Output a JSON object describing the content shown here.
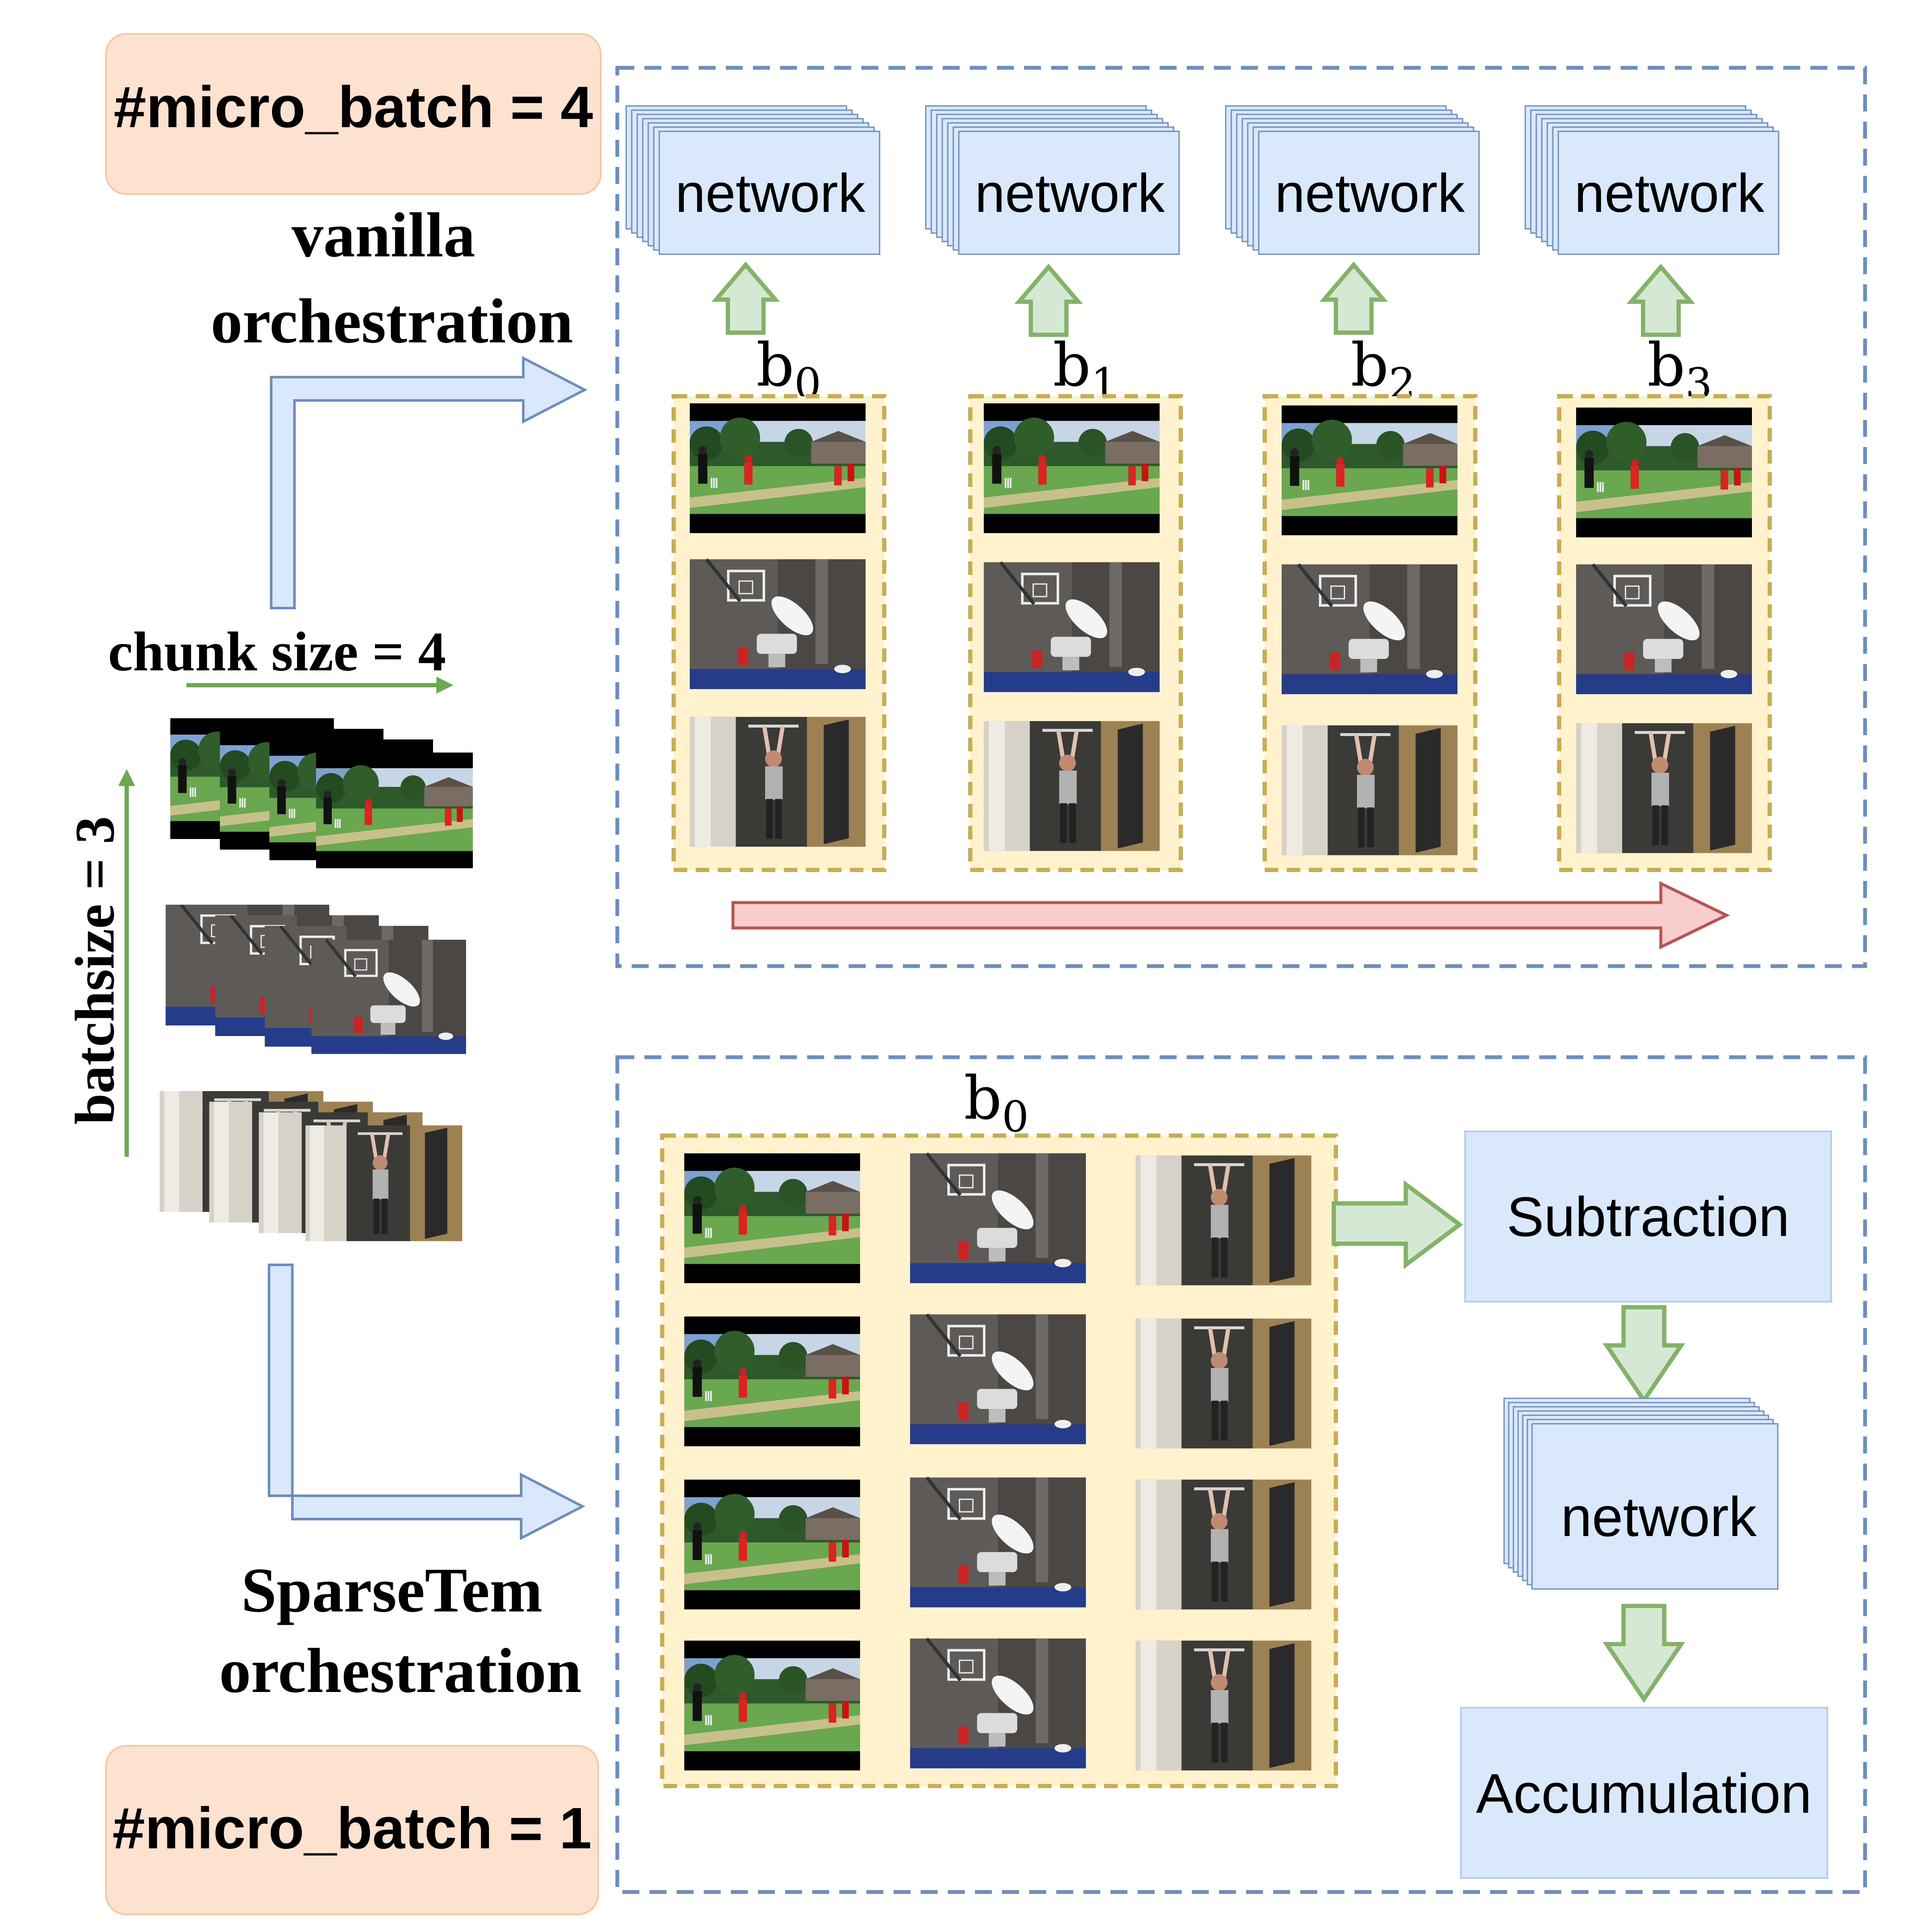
{
  "badges": {
    "top": "#micro_batch = 4",
    "bottom": "#micro_batch = 1"
  },
  "labels": {
    "vanilla_line1": "vanilla",
    "vanilla_line2": "orchestration",
    "sparsetem_line1": "SparseTem",
    "sparsetem_line2": "orchestration",
    "chunk_size": "chunk size = 4",
    "batchsize": "batchsize = 3"
  },
  "top_panel": {
    "network_label": "network",
    "batches": [
      {
        "base": "b",
        "sub": "0"
      },
      {
        "base": "b",
        "sub": "1"
      },
      {
        "base": "b",
        "sub": "2"
      },
      {
        "base": "b",
        "sub": "3"
      }
    ]
  },
  "bottom_panel": {
    "batch": {
      "base": "b",
      "sub": "0"
    },
    "steps": {
      "subtraction": "Subtraction",
      "network": "network",
      "accumulation": "Accumulation"
    }
  },
  "frame_kinds": [
    "cricket",
    "gym",
    "pullup"
  ],
  "colors": {
    "badge_fill": "#fde3cf",
    "badge_stroke": "#f2c9a3",
    "panel_dash": "#6c8ebf",
    "box_fill": "#dae8fc",
    "box_stroke": "#6c8ebf",
    "batch_fill": "#fff2cc",
    "batch_dash": "#c9ad52",
    "green_arrow": "#82b366",
    "green_fill": "#d5e8d4",
    "red_arrow": "#b85450",
    "red_fill": "#f8cecc",
    "green_line": "#6aab50"
  }
}
